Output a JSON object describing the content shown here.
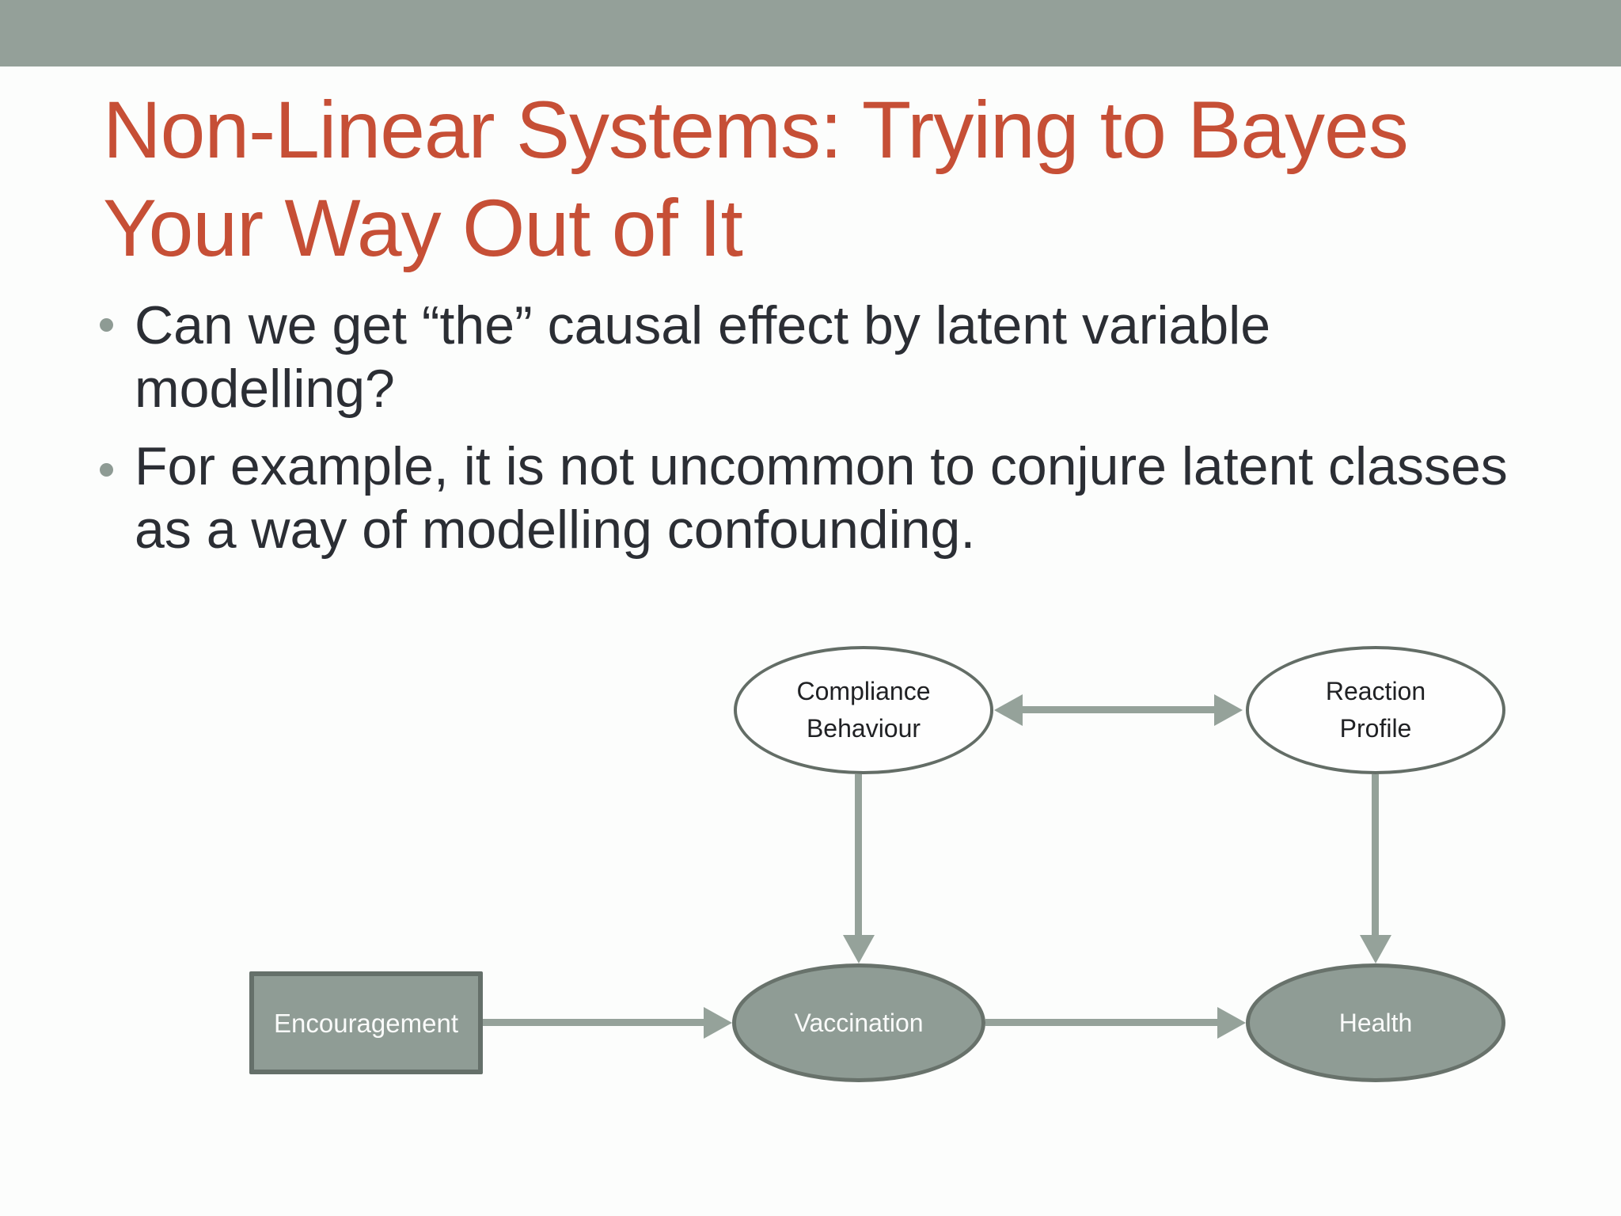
{
  "slide": {
    "title": {
      "lines": [
        "Non-Linear Systems: Trying to Bayes",
        "Your Way Out of It"
      ]
    },
    "bullets": [
      {
        "lines": [
          "Can we get “the” causal effect by latent variable",
          "modelling?"
        ]
      },
      {
        "lines": [
          "For example, it is not uncommon to conjure latent classes",
          "as a way of modelling confounding."
        ]
      }
    ]
  },
  "diagram": {
    "nodes": [
      {
        "id": "compliance-behaviour",
        "shape": "ellipse",
        "style": "latent-white",
        "label_lines": [
          "Compliance",
          "Behaviour"
        ]
      },
      {
        "id": "reaction-profile",
        "shape": "ellipse",
        "style": "latent-white",
        "label_lines": [
          "Reaction",
          "Profile"
        ]
      },
      {
        "id": "vaccination",
        "shape": "ellipse",
        "style": "observed-filled",
        "label": "Vaccination"
      },
      {
        "id": "health",
        "shape": "ellipse",
        "style": "observed-filled",
        "label": "Health"
      },
      {
        "id": "encouragement",
        "shape": "rectangle",
        "style": "observed-filled",
        "label": "Encouragement"
      }
    ],
    "edges": [
      {
        "from": "compliance-behaviour",
        "to": "reaction-profile",
        "type": "double-headed"
      },
      {
        "from": "compliance-behaviour",
        "to": "vaccination",
        "type": "directed"
      },
      {
        "from": "reaction-profile",
        "to": "health",
        "type": "directed"
      },
      {
        "from": "encouragement",
        "to": "vaccination",
        "type": "directed"
      },
      {
        "from": "vaccination",
        "to": "health",
        "type": "directed"
      }
    ]
  },
  "colors": {
    "accent_band": "#94A099",
    "background": "#FCFDFC",
    "title_text": "#C64F36",
    "body_text": "#2B2E34",
    "bullet_marker": "#8E9B94",
    "arrow": "#95A29A",
    "node_fill": "#8F9C95",
    "node_border": "#68726B",
    "latent_node_fill": "#FEFEFE",
    "latent_node_border": "#636D66",
    "node_text_dark": "#202124",
    "node_text_light": "#FAFBFA"
  }
}
